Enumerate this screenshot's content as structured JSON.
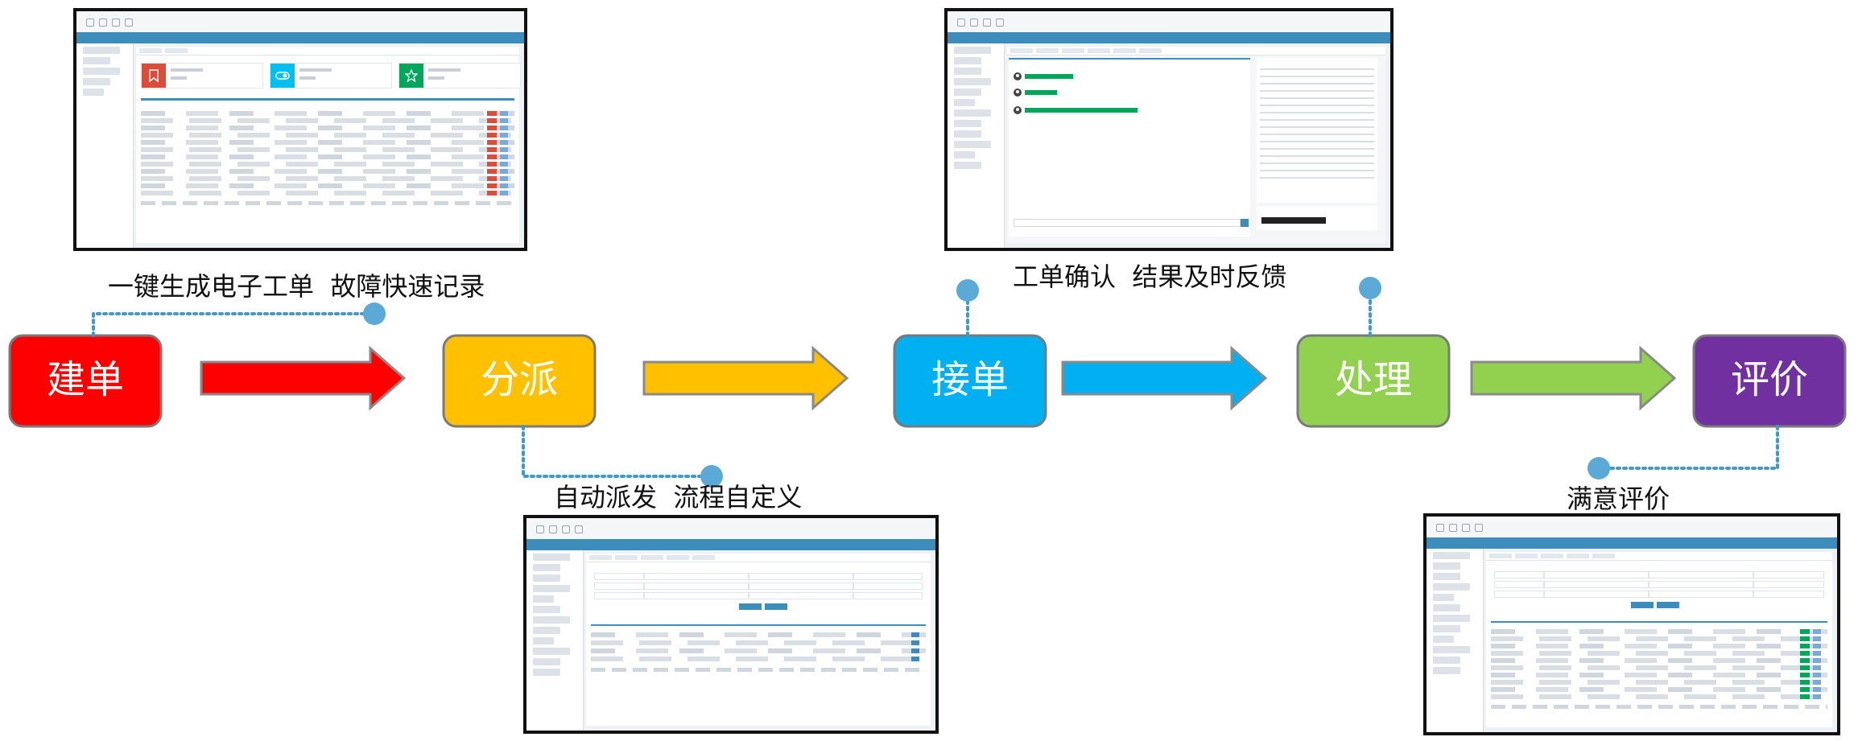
{
  "steps": [
    {
      "label": "建单",
      "color": "#ff0000"
    },
    {
      "label": "分派",
      "color": "#ffc000"
    },
    {
      "label": "接单",
      "color": "#00b0f0"
    },
    {
      "label": "处理",
      "color": "#92d050"
    },
    {
      "label": "评价",
      "color": "#7030a0"
    }
  ],
  "captions": {
    "create": "一键生成电子工单  故障快速记录",
    "dispatch": "自动派发  流程自定义",
    "confirm": "工单确认  结果及时反馈",
    "evaluate": "满意评价"
  },
  "connector_color": "#3e99cc",
  "step_border_color": "#7a7a7a",
  "thumbnail_header_color": "#3c8dbc",
  "icons": [
    "bookmark-icon",
    "toggle-icon",
    "star-icon",
    "user-avatar-icon"
  ]
}
